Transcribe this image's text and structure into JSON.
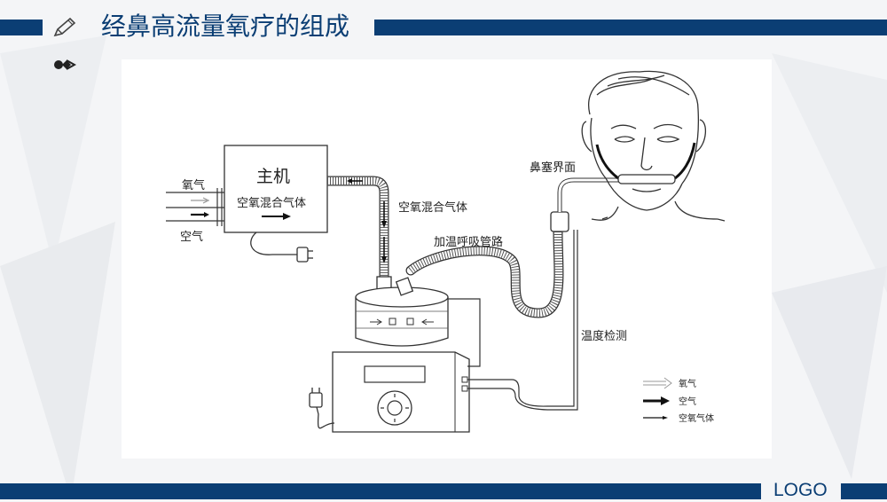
{
  "header": {
    "title": "经鼻高流量氧疗的组成"
  },
  "diagram": {
    "main_unit_label": "主机",
    "main_unit_flow_label": "空氧混合气体",
    "oxygen_input_label": "氧气",
    "air_input_label": "空气",
    "tube_mix_label": "空氧混合气体",
    "heated_circuit_label": "加温呼吸管路",
    "nasal_interface_label": "鼻塞界面",
    "temp_sensing_label": "温度检测",
    "legend": [
      {
        "label": "氧气",
        "style": "hollow-arrow"
      },
      {
        "label": "空气",
        "style": "bold-arrow"
      },
      {
        "label": "空氧气体",
        "style": "thin-arrow"
      }
    ]
  },
  "footer": {
    "logo": "LOGO"
  },
  "colors": {
    "brand": "#0b3e74",
    "background": "#f4f5f7",
    "panel": "#ffffff",
    "line": "#333333"
  }
}
